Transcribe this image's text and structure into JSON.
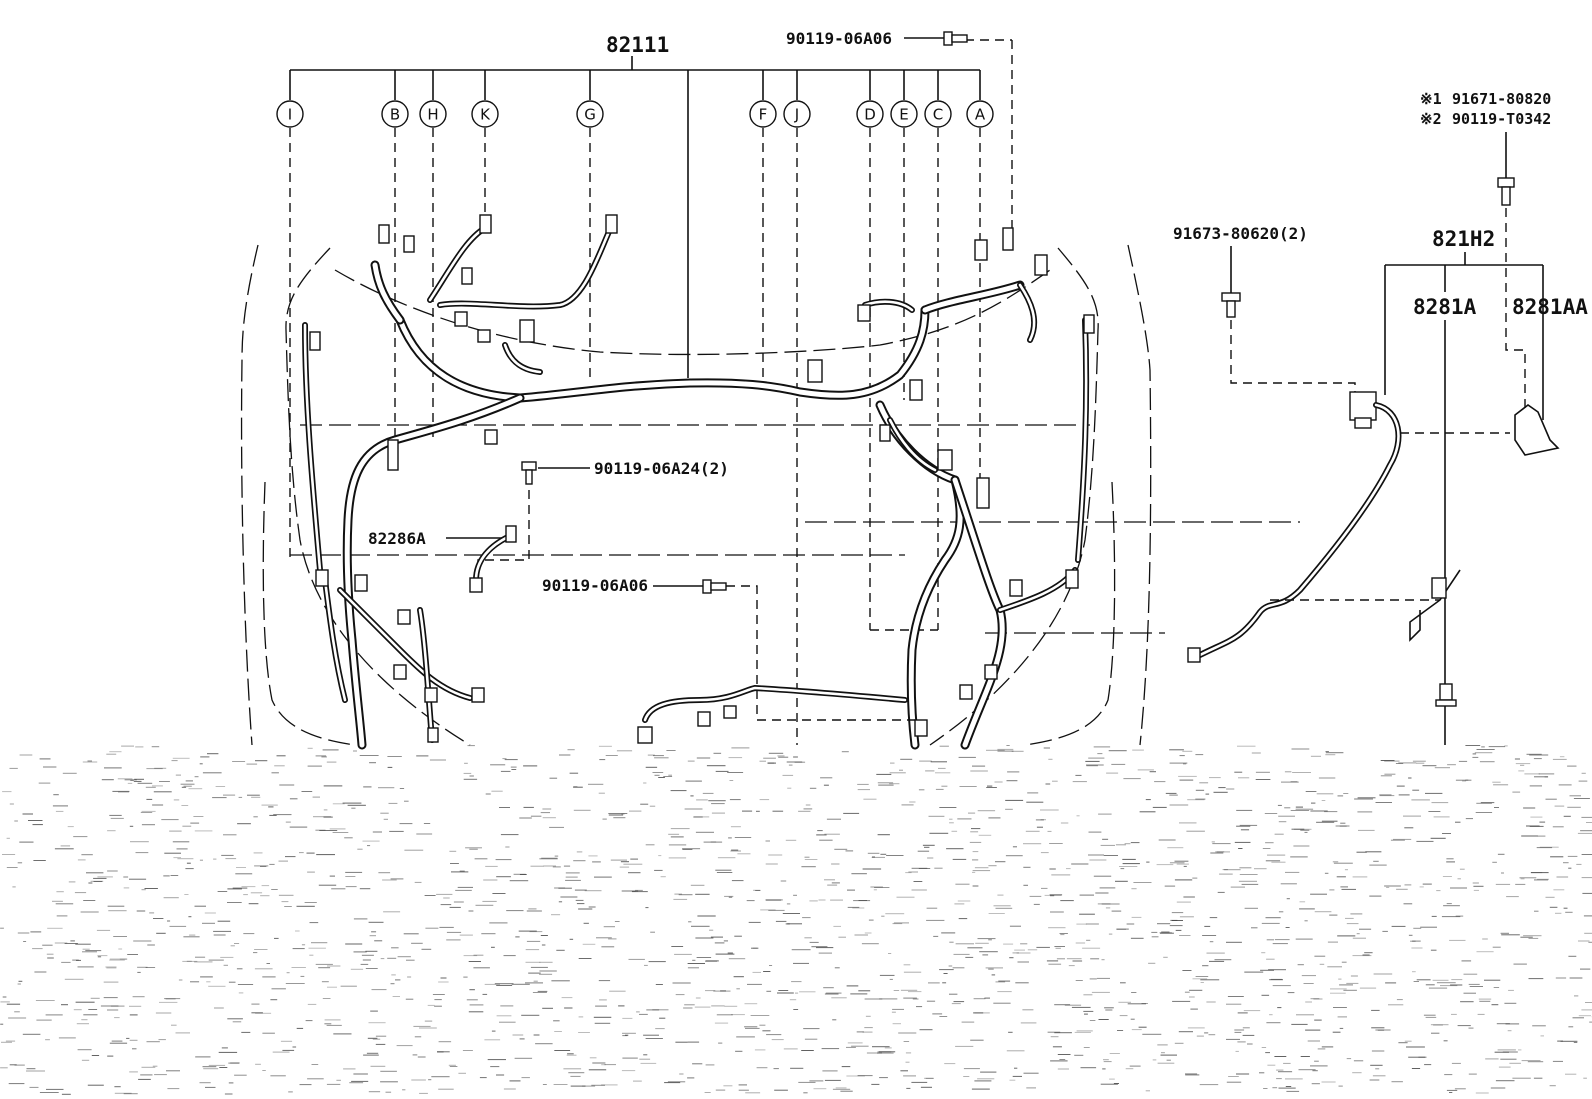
{
  "diagram": {
    "main_part": "82111",
    "callouts": [
      "I",
      "B",
      "H",
      "K",
      "G",
      "F",
      "J",
      "D",
      "E",
      "C",
      "A"
    ],
    "parts": {
      "bolt_top": "90119-06A06",
      "bolt_mid": "90119-06A24(2)",
      "bracket": "82286A",
      "bolt_lower": "90119-06A06",
      "clip": "91673-80620(2)",
      "sub_harness": "821H2",
      "sub_a": "8281A",
      "sub_aa": "8281AA"
    },
    "notes": [
      {
        "mark": "※1",
        "part": "91671-80820"
      },
      {
        "mark": "※2",
        "part": "90119-T0342"
      }
    ]
  }
}
